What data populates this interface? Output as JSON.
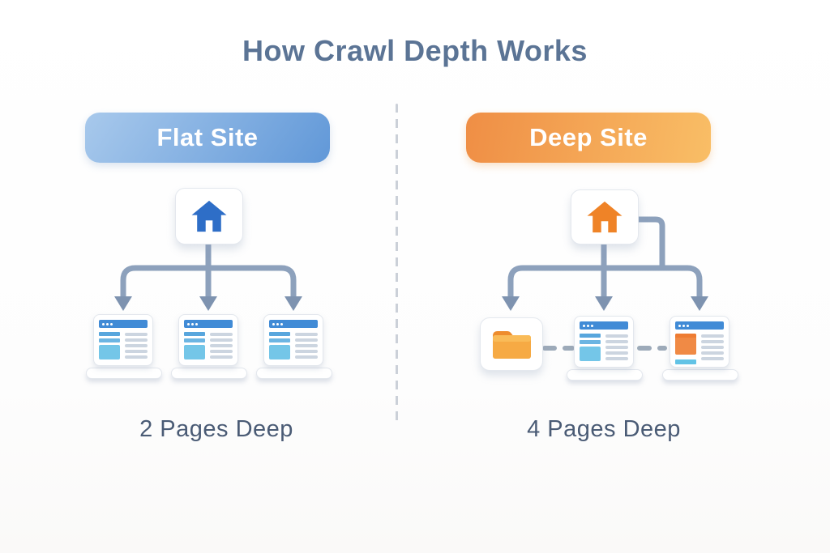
{
  "title": "How Crawl Depth Works",
  "panels": {
    "flat": {
      "header": "Flat Site",
      "depth_label": "2 Pages Deep",
      "root_icon": "home-icon",
      "children_icons": [
        "webpage-icon",
        "webpage-icon",
        "webpage-icon"
      ],
      "accent_color": "#2e6ec7",
      "header_gradient": [
        "#a8c9ec",
        "#6198d8"
      ]
    },
    "deep": {
      "header": "Deep Site",
      "depth_label": "4 Pages Deep",
      "root_icon": "home-icon",
      "children_icons": [
        "folder-icon",
        "webpage-icon",
        "webpage-icon"
      ],
      "accent_color": "#ef8327",
      "header_gradient": [
        "#ef8e45",
        "#f9be66"
      ]
    }
  },
  "colors": {
    "title_text": "#5b7495",
    "label_text": "#4a5b75",
    "connector": "#8da1bc",
    "arrowhead": "#7e93b0",
    "page_header_blue": "#418bd6",
    "page_block_cyan": "#74c6e8",
    "page_block_orange": "#f08a45",
    "folder_orange": "#f6aa44",
    "divider_dash": "#cbd0d8",
    "background": "#fdfdfe"
  }
}
